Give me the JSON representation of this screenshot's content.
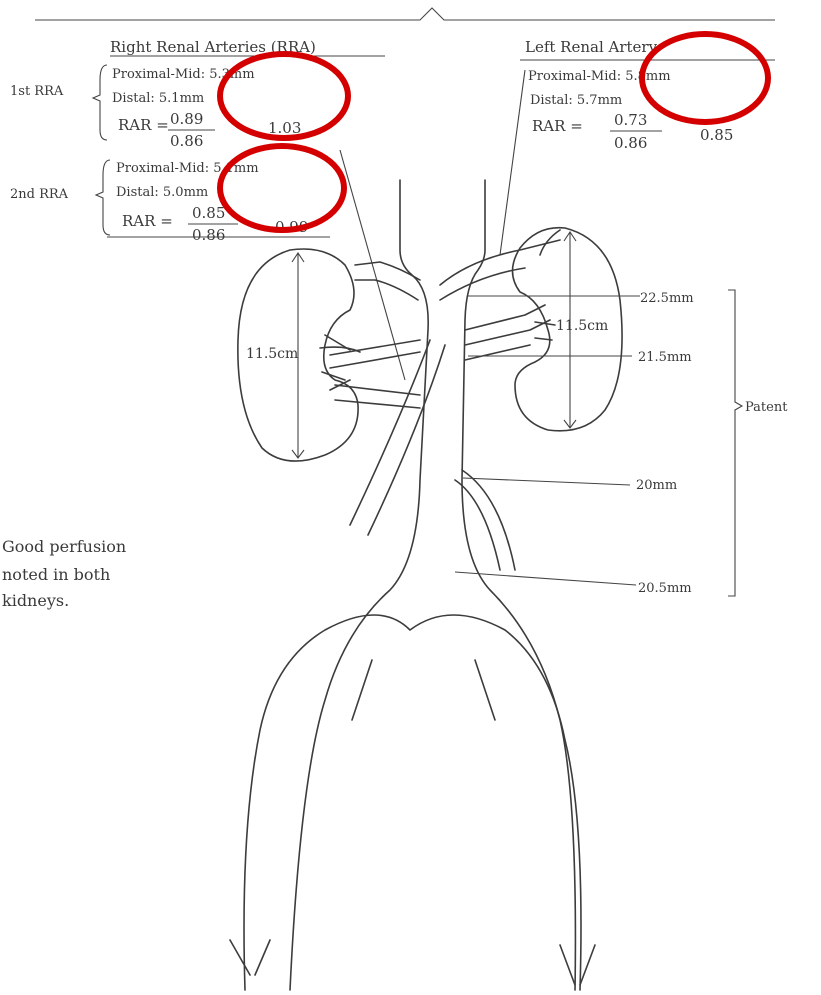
{
  "right": {
    "title": "Right Renal Arteries (RRA)",
    "first": {
      "label": "1st RRA",
      "prox_mid": "Proximal-Mid: 5.3mm",
      "distal": "Distal: 5.1mm",
      "rar_label": "RAR =",
      "rar_num": "0.89",
      "rar_den": "0.86",
      "rar_val": "1.03"
    },
    "second": {
      "label": "2nd RRA",
      "prox_mid": "Proximal-Mid: 5.1mm",
      "distal": "Distal: 5.0mm",
      "rar_label": "RAR =",
      "rar_num": "0.85",
      "rar_den": "0.86",
      "rar_val": "0.99"
    }
  },
  "left": {
    "title": "Left Renal Artery",
    "prox_mid": "Proximal-Mid: 5.8mm",
    "distal": "Distal: 5.7mm",
    "rar_label": "RAR =",
    "rar_num": "0.73",
    "rar_den": "0.86",
    "rar_val": "0.85"
  },
  "kidney_right_length": "11.5cm",
  "kidney_left_length": "11.5cm",
  "aorta_diameters": [
    "22.5mm",
    "21.5mm",
    "20mm",
    "20.5mm"
  ],
  "patent_label": "Patent",
  "note": [
    "Good perfusion",
    "noted in both",
    "kidneys."
  ],
  "colors": {
    "highlight": "#d40000",
    "ink": "#3a3a3a"
  }
}
